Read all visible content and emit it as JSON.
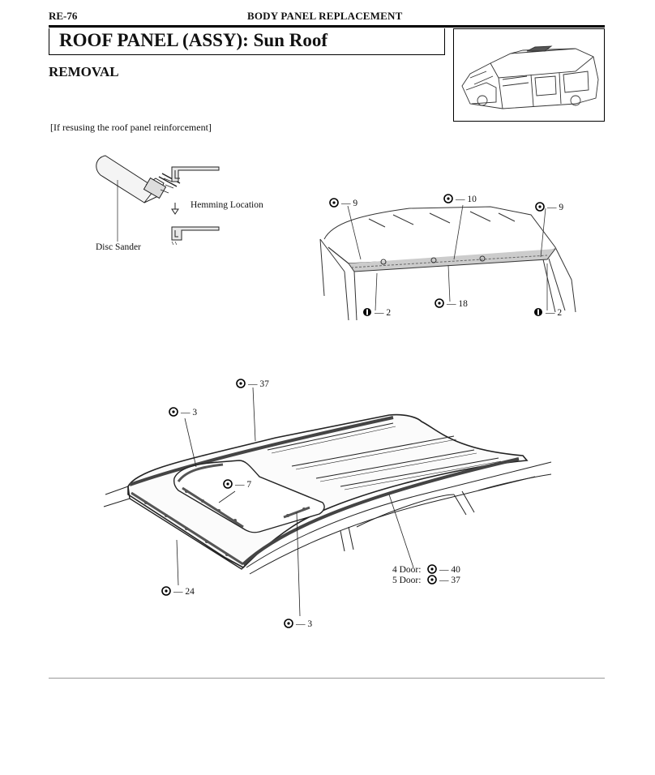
{
  "header": {
    "page_code": "RE-76",
    "section": "BODY PANEL REPLACEMENT"
  },
  "title": "ROOF PANEL (ASSY): Sun Roof",
  "subtitle": "REMOVAL",
  "note": "[If resusing the roof panel reinforcement]",
  "figure1": {
    "label_tool": "Disc Sander",
    "label_location": "Hemming Location"
  },
  "figure2": {
    "callouts": [
      {
        "icon": "spot-weld-icon",
        "text": "— 9"
      },
      {
        "icon": "spot-weld-icon",
        "text": "— 10"
      },
      {
        "icon": "spot-weld-icon",
        "text": "— 9"
      },
      {
        "icon": "spot-weld-icon",
        "text": "— 18"
      },
      {
        "icon": "brazing-icon",
        "text": "— 2"
      },
      {
        "icon": "brazing-icon",
        "text": "— 2"
      }
    ]
  },
  "figure3": {
    "callouts": [
      {
        "icon": "spot-weld-icon",
        "text": "— 37"
      },
      {
        "icon": "spot-weld-icon",
        "text": "— 3"
      },
      {
        "icon": "spot-weld-icon",
        "text": "— 7"
      },
      {
        "icon": "spot-weld-icon",
        "text": "— 24"
      },
      {
        "icon": "spot-weld-icon",
        "text": "— 3"
      }
    ],
    "door_callouts": [
      {
        "label": "4 Door:",
        "text": "— 40"
      },
      {
        "label": "5 Door:",
        "text": "— 37"
      }
    ]
  }
}
